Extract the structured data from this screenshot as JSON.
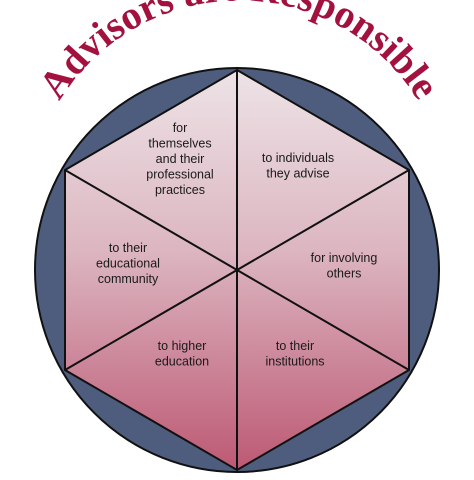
{
  "title": "Advisors are Responsible",
  "colors": {
    "title": "#a3123e",
    "ring": "#4e5d7e",
    "hexagon_light": "#ede3e6",
    "hexagon_dark": "#bd5974",
    "outline": "#111111"
  },
  "segments": [
    {
      "id": "top-left",
      "lines": [
        "for",
        "themselves",
        "and their",
        "professional",
        "practices"
      ]
    },
    {
      "id": "top-right",
      "lines": [
        "to individuals",
        "they advise"
      ]
    },
    {
      "id": "right",
      "lines": [
        "for involving",
        "others"
      ]
    },
    {
      "id": "bottom-right",
      "lines": [
        "to their",
        "institutions"
      ]
    },
    {
      "id": "bottom-left",
      "lines": [
        "to higher",
        "education"
      ]
    },
    {
      "id": "left",
      "lines": [
        "to their",
        "educational",
        "community"
      ]
    }
  ]
}
